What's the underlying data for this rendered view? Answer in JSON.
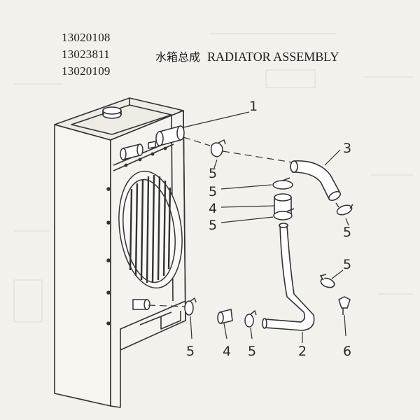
{
  "part_numbers": [
    "13020108",
    "13023811",
    "13020109"
  ],
  "title": {
    "chinese": "水箱总成",
    "english": "RADIATOR ASSEMBLY"
  },
  "callouts": {
    "radiator": "1",
    "lower_hose": "2",
    "upper_hose": "3",
    "sleeve_upper": "4",
    "sleeve_lower": "4",
    "clamp_a": "5",
    "clamp_b": "5",
    "clamp_c": "5",
    "clamp_d": "5",
    "clamp_e": "5",
    "clamp_f": "5",
    "clamp_g": "5",
    "bracket": "6"
  }
}
